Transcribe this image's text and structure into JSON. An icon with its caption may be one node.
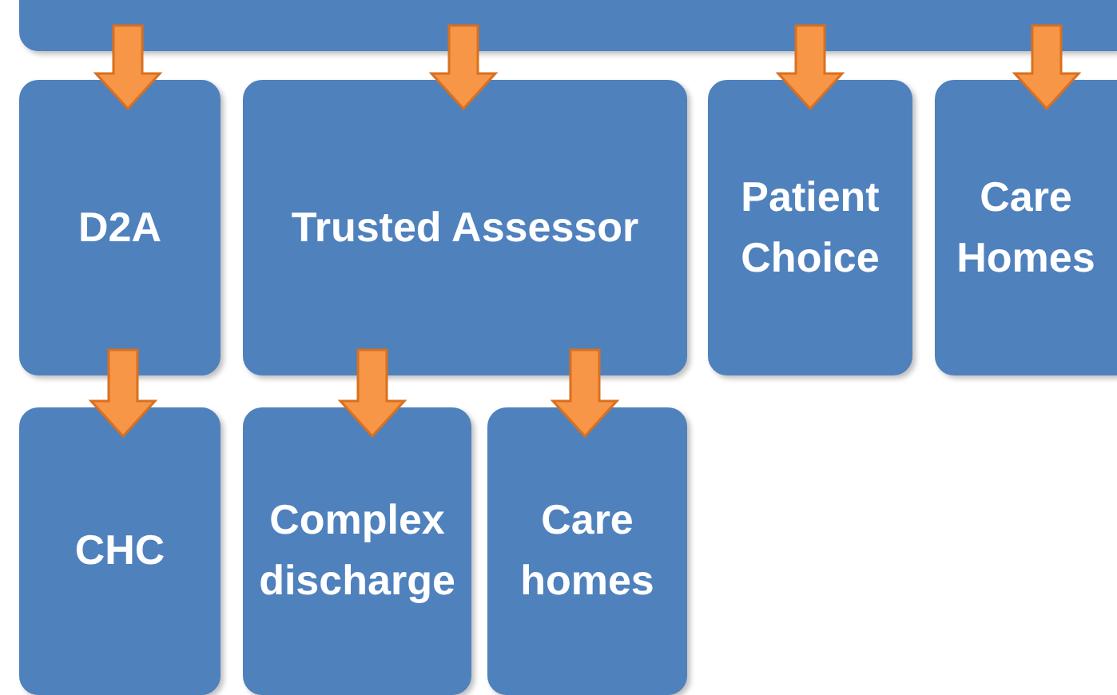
{
  "diagram": {
    "nodes": [
      {
        "text": [],
        "shape": "box"
      },
      {
        "text": [
          "D2A"
        ]
      },
      {
        "text": [
          "Trusted Assessor"
        ]
      },
      {
        "text": [
          "Patient Choice"
        ]
      },
      {
        "text": [
          "Care Homes"
        ]
      },
      {
        "text": [
          "CHC"
        ]
      },
      {
        "text": [
          "Complex discharge"
        ]
      },
      {
        "text": [
          "Care homes"
        ]
      }
    ],
    "edges": [
      {
        "from": 0,
        "to": 1,
        "arrow": "to"
      },
      {
        "from": 0,
        "to": 2,
        "arrow": "to"
      },
      {
        "from": 0,
        "to": 3,
        "arrow": "to"
      },
      {
        "from": 0,
        "to": 4,
        "arrow": "to"
      },
      {
        "from": 1,
        "to": 5,
        "arrow": "to"
      },
      {
        "from": 2,
        "to": 6,
        "arrow": "to"
      },
      {
        "from": 2,
        "to": 7,
        "arrow": "to"
      }
    ]
  }
}
